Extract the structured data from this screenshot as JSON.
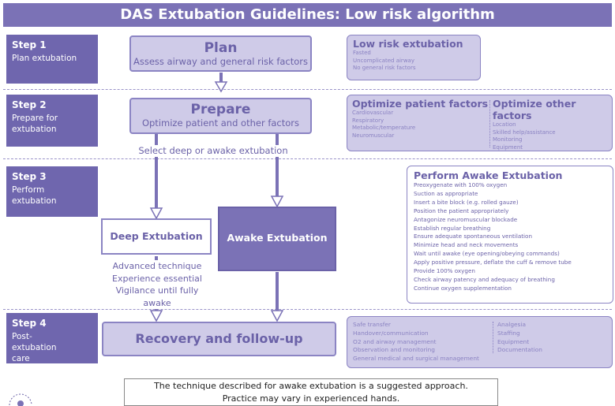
{
  "title": "DAS Extubation Guidelines: Low risk algorithm",
  "steps": [
    {
      "title": "Step 1",
      "subtitle": "Plan extubation"
    },
    {
      "title": "Step 2",
      "subtitle": "Prepare for extubation"
    },
    {
      "title": "Step 3",
      "subtitle": "Perform extubation"
    },
    {
      "title": "Step 4",
      "subtitle": "Post-extubation care"
    }
  ],
  "plan": {
    "title": "Plan",
    "subtitle": "Assess airway and general risk factors"
  },
  "low_risk": {
    "title": "Low risk extubation",
    "items": [
      "Fasted",
      "Uncomplicated airway",
      "No general risk factors"
    ]
  },
  "prepare": {
    "title": "Prepare",
    "subtitle": "Optimize patient and other factors"
  },
  "patient_factors": {
    "title": "Optimize patient factors",
    "items": [
      "Cardiovascular",
      "Respiratory",
      "Metabolic/temperature",
      "Neuromuscular"
    ]
  },
  "other_factors": {
    "title": "Optimize other factors",
    "items": [
      "Location",
      "Skilled help/assistance",
      "Monitoring",
      "Equipment"
    ]
  },
  "select_label": "Select deep or awake extubation",
  "deep": {
    "title": "Deep Extubation",
    "notes": [
      "Advanced technique",
      "Experience essential",
      "Vigilance until fully awake"
    ]
  },
  "awake": {
    "title": "Awake Extubation"
  },
  "awake_panel": {
    "title": "Perform Awake Extubation",
    "items": [
      "Preoxygenate with 100% oxygen",
      "Suction as appropriate",
      "Insert a bite block (e.g. rolled gauze)",
      "Position the patient appropriately",
      "Antagonize neuromuscular blockade",
      "Establish regular breathing",
      "Ensure adequate spontaneous ventilation",
      "Minimize head and neck movements",
      "Wait until awake (eye opening/obeying commands)",
      "Apply positive pressure, deflate the cuff & remove tube",
      "Provide 100% oxygen",
      "Check airway patency and adequacy of breathing",
      "Continue oxygen supplementation"
    ]
  },
  "recovery": {
    "title": "Recovery and follow-up"
  },
  "recovery_panel": {
    "left": [
      "Safe transfer",
      "Handover/communication",
      "O2 and airway management",
      "Observation and monitoring",
      "General medical and surgical management"
    ],
    "right": [
      "Analgesia",
      "Staffing",
      "Equipment",
      "Documentation"
    ]
  },
  "note": [
    "The technique described for awake extubation is a suggested approach.",
    "Practice may vary in experienced hands."
  ],
  "colors": {
    "primary": "#7b72b6",
    "light": "#cfcbe8",
    "text": "#6b62a8"
  }
}
